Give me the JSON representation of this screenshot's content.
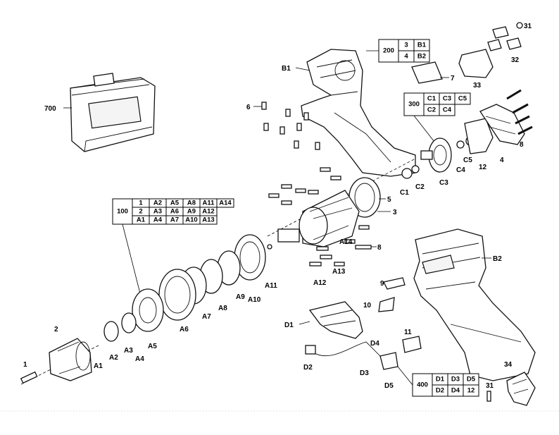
{
  "labels": {
    "l700": "700",
    "lB1": "B1",
    "lB2": "B2",
    "l6": "6",
    "l7": "7",
    "l31a": "31",
    "l32": "32",
    "l33": "33",
    "l8a": "8",
    "l4": "4",
    "l12": "12",
    "lC5": "C5",
    "lC4": "C4",
    "lC3": "C3",
    "lC2": "C2",
    "lC1": "C1",
    "l5": "5",
    "l3": "3",
    "l8b": "8",
    "lA14": "A14",
    "lA13": "A13",
    "lA12": "A12",
    "lA11": "A11",
    "lA10": "A10",
    "lA9": "A9",
    "lA8": "A8",
    "lA7": "A7",
    "lA6": "A6",
    "lA5": "A5",
    "lA4": "A4",
    "lA3": "A3",
    "lA2": "A2",
    "lA1": "A1",
    "l2": "2",
    "l1": "1",
    "l9": "9",
    "l10": "10",
    "lD1": "D1",
    "l11": "11",
    "lD4": "D4",
    "lD2": "D2",
    "lD3": "D3",
    "lD5": "D5",
    "l31b": "31",
    "l34": "34"
  },
  "groups": {
    "g200": {
      "id": "200",
      "rows": [
        [
          "3",
          "B1"
        ],
        [
          "4",
          "B2"
        ]
      ]
    },
    "g300": {
      "id": "300",
      "rows": [
        [
          "C1",
          "C3",
          "C5"
        ],
        [
          "C2",
          "C4",
          ""
        ]
      ]
    },
    "g100": {
      "id": "100",
      "rows": [
        [
          "1",
          "A2",
          "A5",
          "A8",
          "A11",
          "A14"
        ],
        [
          "2",
          "A3",
          "A6",
          "A9",
          "A12",
          ""
        ],
        [
          "A1",
          "A4",
          "A7",
          "A10",
          "A13",
          ""
        ]
      ]
    },
    "g400": {
      "id": "400",
      "rows": [
        [
          "D1",
          "D3",
          "D5"
        ],
        [
          "D2",
          "D4",
          "12"
        ]
      ]
    }
  }
}
